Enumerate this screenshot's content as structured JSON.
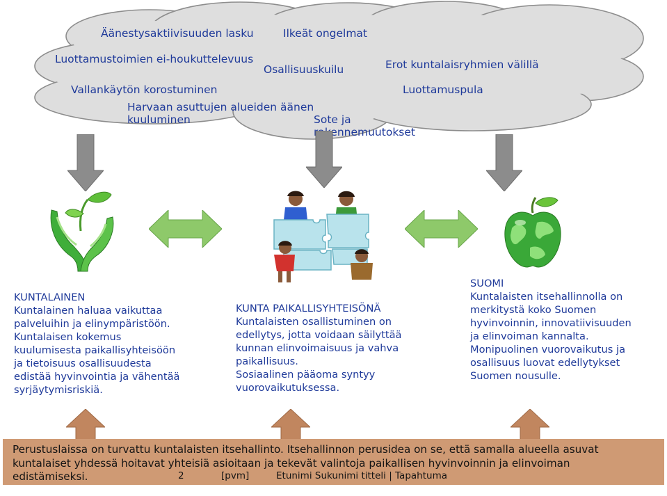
{
  "cloud": {
    "issues": [
      "Äänestysaktiivisuuden lasku",
      "Ilkeät ongelmat",
      "Luottamustoimien ei-houkuttelevuus",
      "Osallisuuskuilu",
      "Erot kuntalaisryhmien välillä",
      "Vallankäytön korostuminen",
      "Luottamuspula",
      "Harvaan asuttujen alueiden äänen",
      "kuuluminen",
      "Sote ja",
      "rakennemuutokset"
    ]
  },
  "left_panel": {
    "lines": [
      "KUNTALAINEN",
      "Kuntalainen haluaa vaikuttaa",
      "palveluihin ja elinympäristöön.",
      "Kuntalaisen kokemus",
      "kuulumisesta  paikallisyhteisöön",
      "ja tietoisuus  osallisuudesta",
      "edistää hyvinvointia ja vähentää",
      "syrjäytymisriskiä."
    ]
  },
  "center_panel": {
    "lines": [
      "KUNTA PAIKALLISYHTEISÖNÄ",
      "Kuntalaisten osallistuminen on",
      "edellytys, jotta voidaan säilyttää",
      "kunnan elinvoimaisuus ja vahva",
      "paikallisuus.",
      "Sosiaalinen pääoma syntyy",
      "vuorovaikutuksessa."
    ]
  },
  "right_panel": {
    "lines": [
      "SUOMI",
      "Kuntalaisten itsehallinnolla on",
      "merkitystä koko Suomen",
      "hyvinvoinnin, innovatiivisuuden",
      "ja elinvoiman kannalta.",
      "Monipuolinen vuorovaikutus ja",
      "osallisuus luovat edellytykset",
      "Suomen nousulle."
    ]
  },
  "footer": {
    "lines": [
      "Perustuslaissa  on turvattu kuntalaisten itsehallinto. Itsehallinnon perusidea on se, että samalla alueella asuvat",
      "kuntalaiset yhdessä hoitavat yhteisiä asioitaan ja tekevät valintoja paikallisen hyvinvoinnin ja elinvoiman",
      "edistämiseksi."
    ],
    "page_number": "2",
    "date_placeholder": "[pvm]",
    "presenter": "Etunimi Sukunimi titteli | Tapahtuma"
  },
  "colors": {
    "text_blue": "#1f3a9a",
    "cloud_fill": "#dedede",
    "cloud_stroke": "#8d8d8d",
    "down_arrow": "#8c8c8c",
    "green_arrow": "#8ec96a",
    "up_arrow": "#c1865f",
    "footer_bg": "#cf9a74"
  },
  "icons": [
    "leaf-in-hands-icon",
    "people-puzzle-icon",
    "green-apple-globe-icon"
  ]
}
